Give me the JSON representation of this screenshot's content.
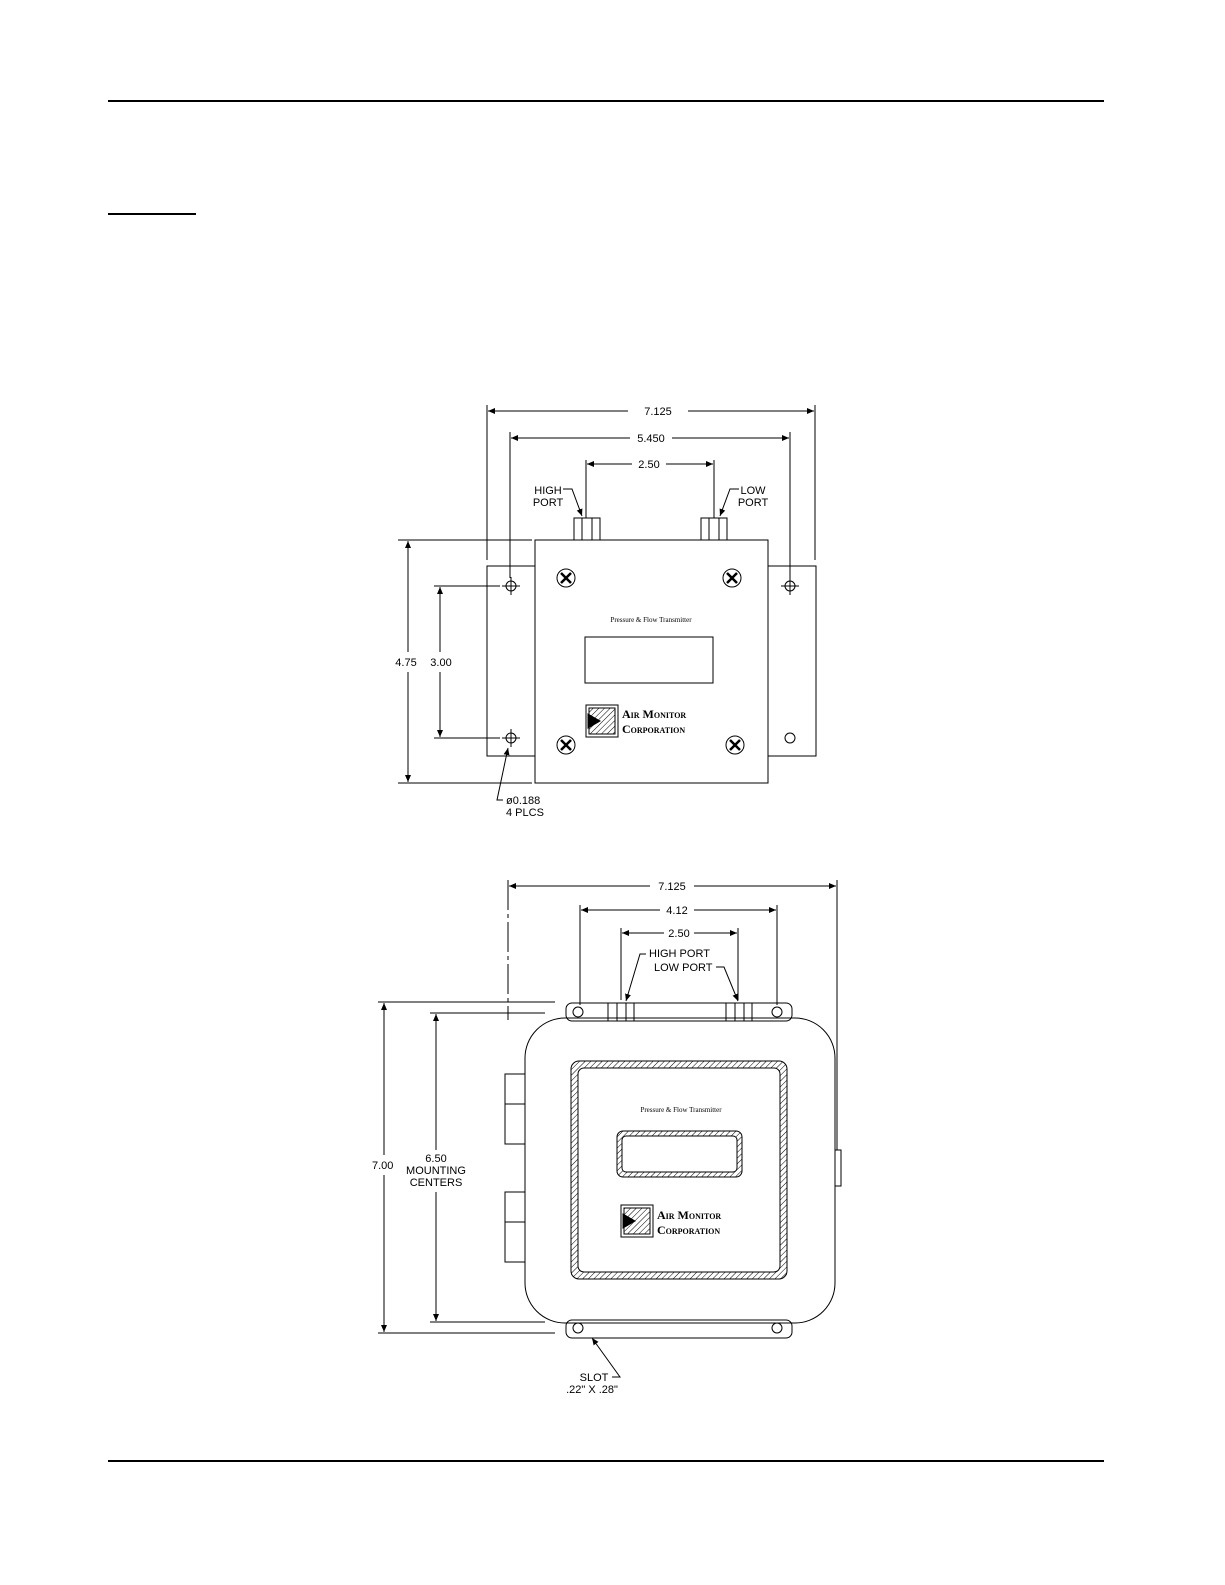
{
  "drawing1": {
    "dim_overall_width": "7.125",
    "dim_flange_holes": "5.450",
    "dim_port_spacing": "2.50",
    "high_port_line1": "HIGH",
    "high_port_line2": "PORT",
    "low_port_line1": "LOW",
    "low_port_line2": "PORT",
    "dim_height": "4.75",
    "dim_hole_centers": "3.00",
    "hole_spec_line1": "ø0.188",
    "hole_spec_line2": "4  PLCS",
    "panel_label": "Pressure & Flow Transmitter",
    "logo_line1": "Air Monitor",
    "logo_line2": "Corporation"
  },
  "drawing2": {
    "dim_overall_width": "7.125",
    "dim_tab_width": "4.12",
    "dim_port_spacing": "2.50",
    "high_port": "HIGH  PORT",
    "low_port": "LOW  PORT",
    "dim_height": "7.00",
    "dim_mounting_line1": "6.50",
    "dim_mounting_line2": "MOUNTING",
    "dim_mounting_line3": "CENTERS",
    "slot_line1": "SLOT",
    "slot_line2": ".22\"  X  .28\"",
    "panel_label": "Pressure & Flow Transmitter",
    "logo_line1": "Air Monitor",
    "logo_line2": "Corporation"
  }
}
